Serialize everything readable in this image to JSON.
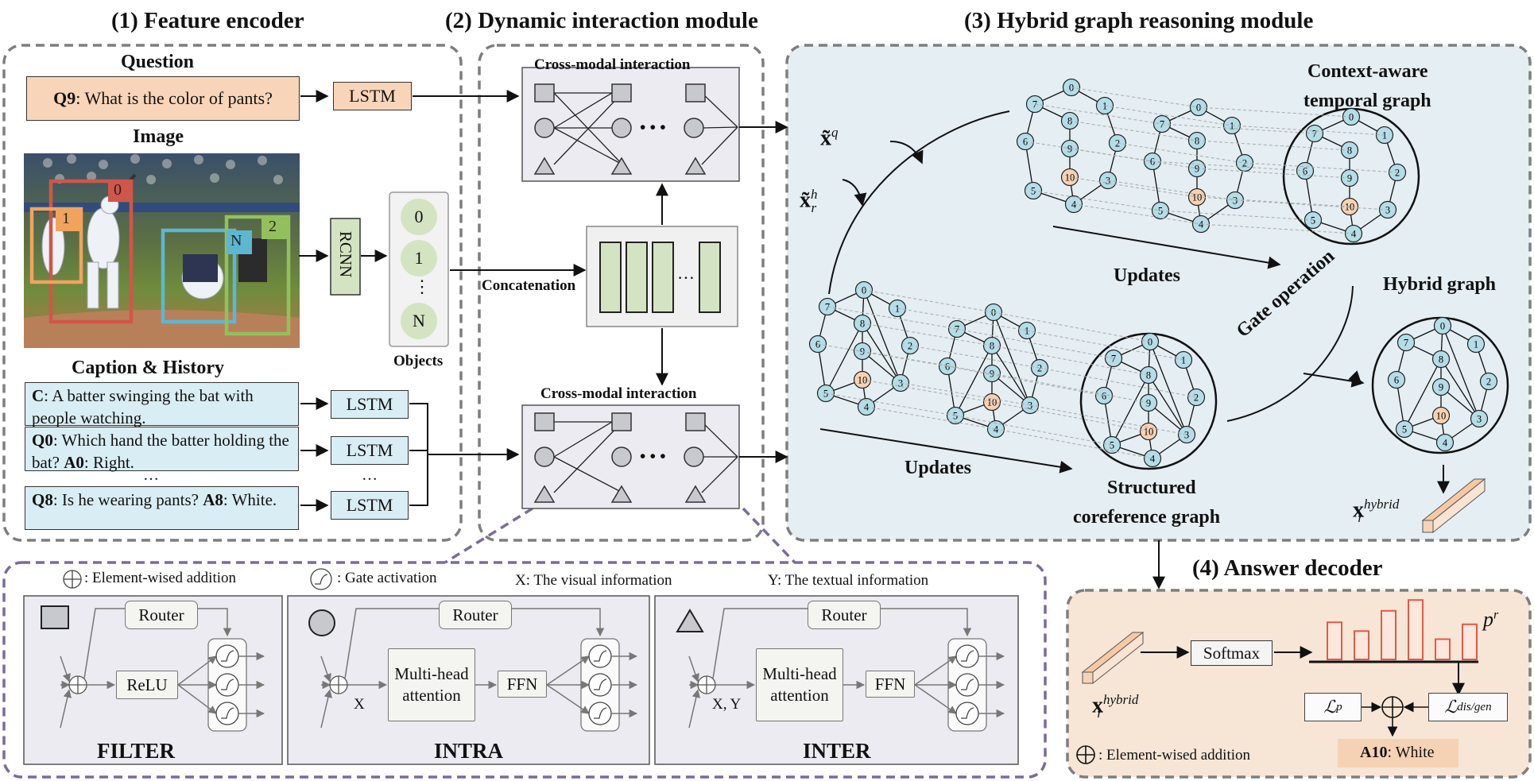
{
  "titles": {
    "feature_encoder": "(1) Feature encoder",
    "dynamic_module": "(2) Dynamic interaction module",
    "hybrid_module": "(3) Hybrid graph reasoning module",
    "answer_decoder": "(4) Answer decoder"
  },
  "encoder": {
    "question_title": "Question",
    "question_id": "Q9",
    "question_text": ": What is the color of pants?",
    "question_lstm": "LSTM",
    "image_title": "Image",
    "image_boxes": [
      "0",
      "1",
      "N",
      "2"
    ],
    "rcnn": "RCNN",
    "objects": [
      "0",
      "1",
      "N"
    ],
    "objects_dots": "⋮",
    "objects_label": "Objects",
    "caption_title": "Caption & History",
    "history": [
      {
        "id": "C",
        "text": ": A batter swinging the bat with people watching."
      },
      {
        "id": "Q0",
        "text": ": Which hand the batter holding the bat? ",
        "id2": "A0",
        "text2": ": Right."
      },
      {
        "id": "Q8",
        "text": ": Is he wearing pants? ",
        "id2": "A8",
        "text2": ": White."
      }
    ],
    "history_dots": "…",
    "history_lstm": [
      "LSTM",
      "LSTM",
      "LSTM"
    ],
    "lstm_dots": "…"
  },
  "dynamic": {
    "cross_modal_top": "Cross-modal interaction",
    "cross_modal_bottom": "Cross-modal interaction",
    "concatenation": "Concatenation",
    "concat_dots": "…",
    "interaction_dots": "• • •"
  },
  "hybrid": {
    "xq_symbol": "x̃",
    "xq_sup": "q",
    "xrh_symbol": "x̃",
    "xrh_sup": "h",
    "xrh_sub": "r",
    "temporal_title_1": "Context-aware",
    "temporal_title_2": "temporal graph",
    "updates_top": "Updates",
    "updates_bottom": "Updates",
    "structured_title_1": "Structured",
    "structured_title_2": "coreference graph",
    "gate_operation": "Gate operation",
    "hybrid_title": "Hybrid graph",
    "x_hybrid_symbol": "x",
    "x_hybrid_sup": "hybrid",
    "x_hybrid_sub": "r",
    "node_labels": [
      "0",
      "1",
      "2",
      "3",
      "4",
      "5",
      "6",
      "7",
      "8",
      "9",
      "10"
    ]
  },
  "submodules": {
    "legend_add": ": Element-wised addition",
    "legend_gate": ": Gate activation",
    "legend_x": "X: The visual information",
    "legend_y": "Y: The textual information",
    "filter": {
      "name": "FILTER",
      "router": "Router",
      "op": "ReLU"
    },
    "intra": {
      "name": "INTRA",
      "router": "Router",
      "attention": "Multi-head attention",
      "ffn": "FFN",
      "input": "X"
    },
    "inter": {
      "name": "INTER",
      "router": "Router",
      "attention": "Multi-head attention",
      "ffn": "FFN",
      "input": "X, Y"
    }
  },
  "decoder": {
    "softmax": "Softmax",
    "pr_symbol": "p",
    "pr_sup": "r",
    "loss_p": "ℒ",
    "loss_p_sub": "p",
    "loss_dis": "ℒ",
    "loss_dis_sub": "dis/gen",
    "x_symbol": "x",
    "x_sup": "hybrid",
    "x_sub": "r",
    "legend_add": ": Element-wised addition",
    "answer_id": "A10",
    "answer_text": ": White",
    "bar_values": [
      0.55,
      0.42,
      0.72,
      0.88,
      0.3,
      0.52
    ]
  },
  "colors": {
    "question_fill": "#f8d5b8",
    "caption_fill": "#d9edf4",
    "object_fill": "#d4e4c2",
    "module_fill": "#ebebf1",
    "hybrid_bg": "#e4eef3",
    "decoder_bg": "#f7e5d6",
    "node_fill": "#b4dde7",
    "node_special": "#f6d2b4",
    "bar_color": "#e05a48",
    "dash_gray": "#808080",
    "dash_purple": "#7b6a9c"
  }
}
